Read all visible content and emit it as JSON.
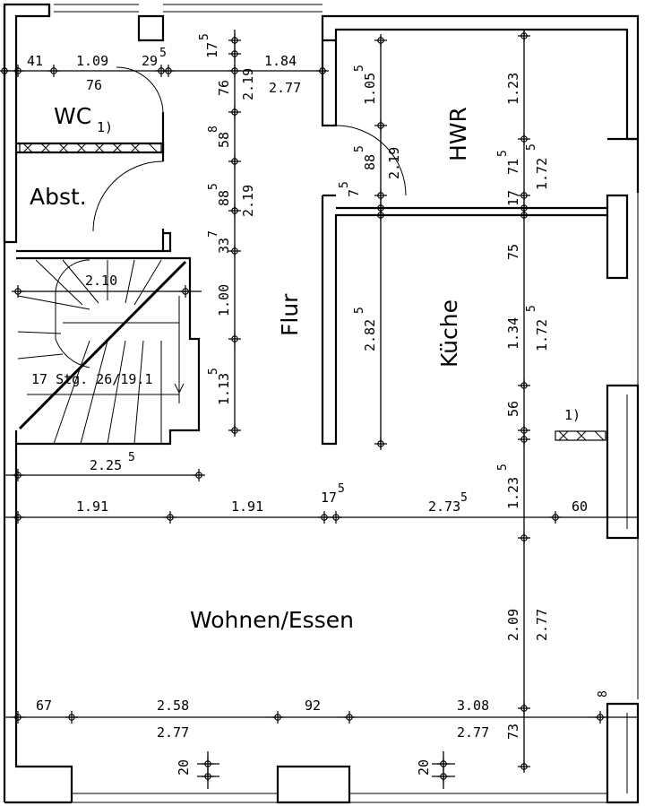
{
  "rooms": {
    "wc": "WC",
    "abst": "Abst.",
    "flur": "Flur",
    "hwr": "HWR",
    "kueche": "Küche",
    "wohnen": "Wohnen/Essen"
  },
  "notes": {
    "wc_note": "1)",
    "kitchen_note": "1)",
    "stairs": "17 Stg. 26/19.1"
  },
  "dims": {
    "top_41": "41",
    "top_109": "1.09",
    "top_29": "29",
    "top_29_sup": "5",
    "top_76": "76",
    "top_184": "1.84",
    "top_277": "2.77",
    "flur_175": "17",
    "flur_175_sup": "5",
    "flur_76": "76",
    "flur_219a": "2.19",
    "flur_58": "58",
    "flur_58_sup": "8",
    "flur_88": "88",
    "flur_88_sup": "5",
    "flur_219b": "2.19",
    "flur_33": "33",
    "flur_33_sup": "7",
    "flur_100": "1.00",
    "flur_113": "1.13",
    "flur_113_sup": "5",
    "hwr_105": "1.05",
    "hwr_105_sup": "5",
    "hwr_88": "88",
    "hwr_88_sup": "5",
    "hwr_219": "2.19",
    "hwr_75": "7",
    "hwr_75_sup": "5",
    "hwr_123": "1.23",
    "hwr_71": "71",
    "hwr_71_sup": "5",
    "hwr_172": "1.72",
    "hwr_172_sup": "5",
    "k_17": "17",
    "k_75": "75",
    "k_282": "2.82",
    "k_282_sup": "5",
    "k_134": "1.34",
    "k_172": "1.72",
    "k_172_sup": "5",
    "k_56": "56",
    "k_123": "1.23",
    "k_123_sup": "5",
    "stair_210": "2.10",
    "mid_225": "2.25",
    "mid_225_sup": "5",
    "row_191a": "1.91",
    "row_191b": "1.91",
    "row_17": "17",
    "row_17_sup": "5",
    "row_273": "2.73",
    "row_273_sup": "5",
    "row_60": "60",
    "w_209": "2.09",
    "w_277": "2.77",
    "bot_67": "67",
    "bot_258": "2.58",
    "bot_92": "92",
    "bot_308": "3.08",
    "bot_277a": "2.77",
    "bot_277b": "2.77",
    "bot_73": "73",
    "bot_8": "8",
    "bot_20a": "20",
    "bot_20b": "20"
  }
}
